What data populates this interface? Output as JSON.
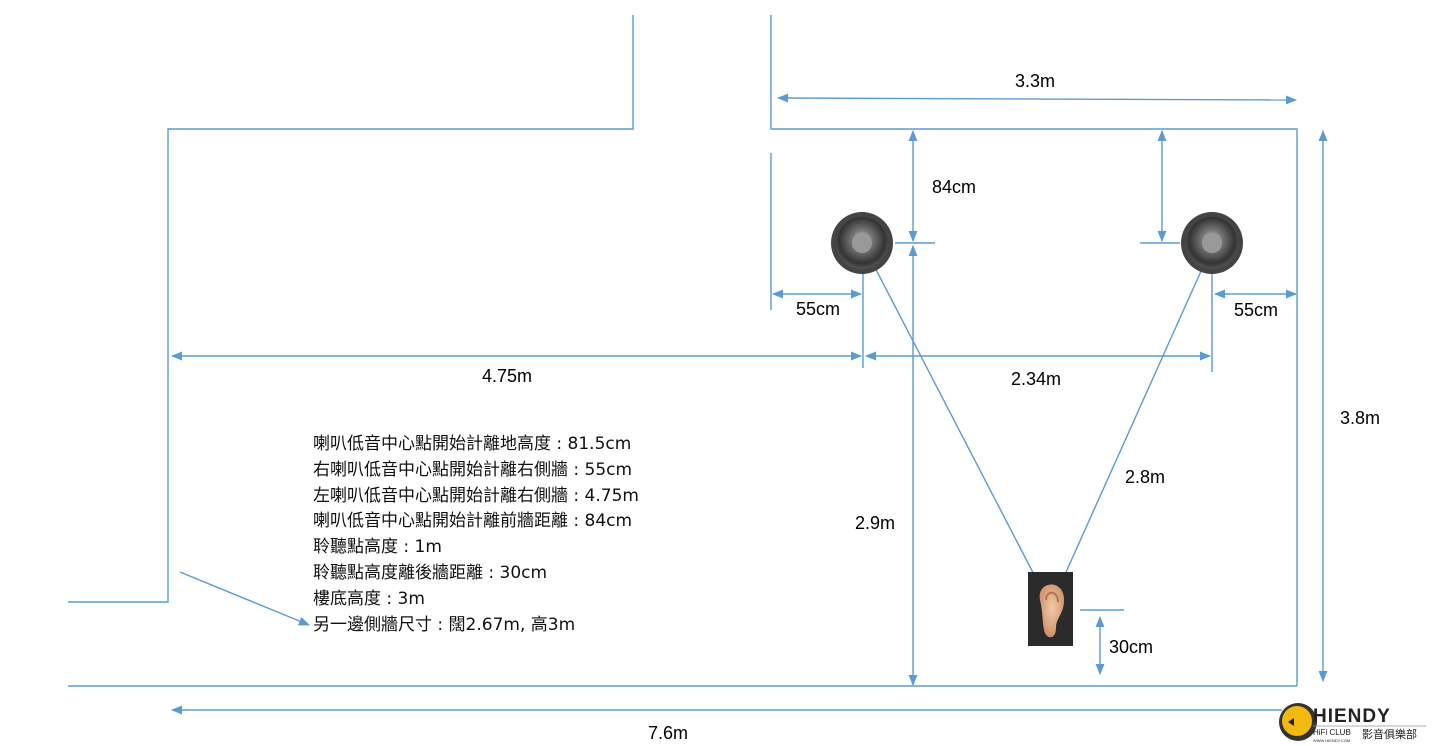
{
  "colors": {
    "line": "#5b9bd5",
    "text": "#000000"
  },
  "dimensions": {
    "room_width": "3.3m",
    "room_depth": "3.8m",
    "total_length": "7.6m",
    "speaker_front_wall": "84cm",
    "left_speaker_side": "55cm",
    "right_speaker_side": "55cm",
    "left_speaker_far_wall": "4.75m",
    "speaker_spacing": "2.34m",
    "speaker_to_listener": "2.8m",
    "listener_distance": "2.9m",
    "listener_back_wall": "30cm"
  },
  "notes": [
    "喇叭低音中心點開始計離地高度 : 81.5cm",
    "右喇叭低音中心點開始計離右側牆 : 55cm",
    "左喇叭低音中心點開始計離右側牆 : 4.75m",
    "喇叭低音中心點開始計離前牆距離 : 84cm",
    "聆聽點高度 : 1m",
    "聆聽點高度離後牆距離 : 30cm",
    "樓底高度 : 3m",
    "另一邊側牆尺寸 : 闊2.67m, 高3m"
  ],
  "logo": {
    "brand": "HIENDY",
    "sub": "HiFi CLUB",
    "url_text": "WWW.HIENDY.COM",
    "chinese": "影音俱樂部"
  }
}
